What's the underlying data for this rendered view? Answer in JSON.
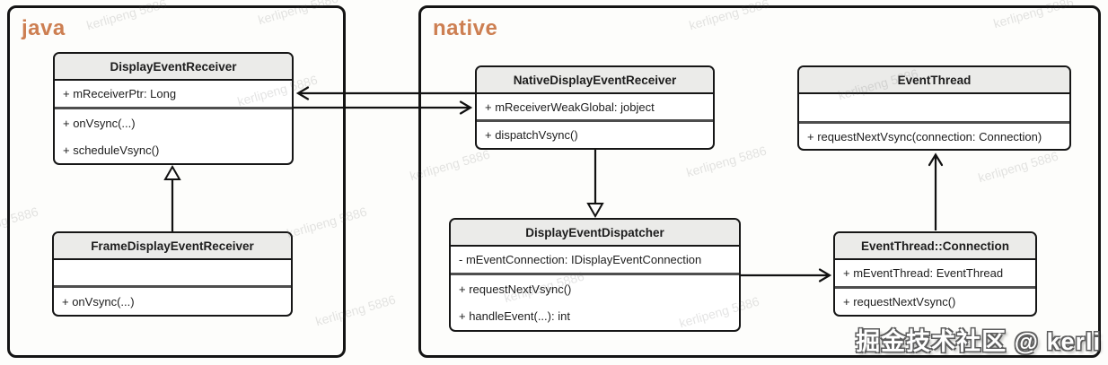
{
  "diagram": {
    "packages": [
      {
        "id": "java",
        "label": "java"
      },
      {
        "id": "native",
        "label": "native"
      }
    ],
    "classes": [
      {
        "name": "DisplayEventReceiver",
        "attributes": [
          "+ mReceiverPtr: Long"
        ],
        "methods": [
          "+ onVsync(...)",
          "+ scheduleVsync()"
        ]
      },
      {
        "name": "FrameDisplayEventReceiver",
        "attributes": [],
        "methods": [
          "+ onVsync(...)"
        ]
      },
      {
        "name": "NativeDisplayEventReceiver",
        "attributes": [
          "+ mReceiverWeakGlobal: jobject"
        ],
        "methods": [
          "+ dispatchVsync()"
        ]
      },
      {
        "name": "EventThread",
        "attributes": [],
        "methods": [
          "+ requestNextVsync(connection: Connection)"
        ]
      },
      {
        "name": "DisplayEventDispatcher",
        "attributes": [
          "- mEventConnection: IDisplayEventConnection"
        ],
        "methods": [
          "+ requestNextVsync()",
          "+ handleEvent(...): int"
        ]
      },
      {
        "name": "EventThread::Connection",
        "attributes": [
          "+ mEventThread: EventThread"
        ],
        "methods": [
          "+ requestNextVsync()"
        ]
      }
    ],
    "relations": [
      {
        "from": "NativeDisplayEventReceiver",
        "to": "DisplayEventReceiver",
        "type": "association-arrow-left"
      },
      {
        "from": "DisplayEventReceiver",
        "to": "NativeDisplayEventReceiver",
        "type": "association-arrow-right"
      },
      {
        "from": "FrameDisplayEventReceiver",
        "to": "DisplayEventReceiver",
        "type": "generalization"
      },
      {
        "from": "NativeDisplayEventReceiver",
        "to": "DisplayEventDispatcher",
        "type": "generalization"
      },
      {
        "from": "DisplayEventDispatcher",
        "to": "EventThread::Connection",
        "type": "association-arrow-right"
      },
      {
        "from": "EventThread::Connection",
        "to": "EventThread",
        "type": "association-arrow-up"
      }
    ]
  },
  "watermark": {
    "tile_text": "kerlipeng 5886",
    "badge_text": "掘金技术社区 @ kerli"
  },
  "colors": {
    "package_label": "#cd7f52",
    "line": "#141414",
    "class_header_bg": "#ebebe9",
    "class_bg": "#ffffff",
    "page_bg": "#fdfdfb"
  }
}
